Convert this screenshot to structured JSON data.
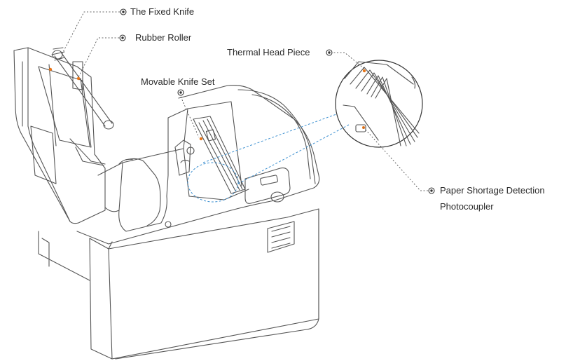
{
  "labels": {
    "fixed_knife": "The Fixed Knife",
    "rubber_roller": "Rubber Roller",
    "thermal_head_piece": "Thermal Head Piece",
    "movable_knife_set": "Movable Knife Set",
    "paper_shortage_line1": "Paper Shortage Detection",
    "paper_shortage_line2": "Photocoupler"
  },
  "colors": {
    "outline": "#555555",
    "leader": "#3a3a3a",
    "zoom_link": "#3b8fd0",
    "highlight": "#e8761a"
  }
}
